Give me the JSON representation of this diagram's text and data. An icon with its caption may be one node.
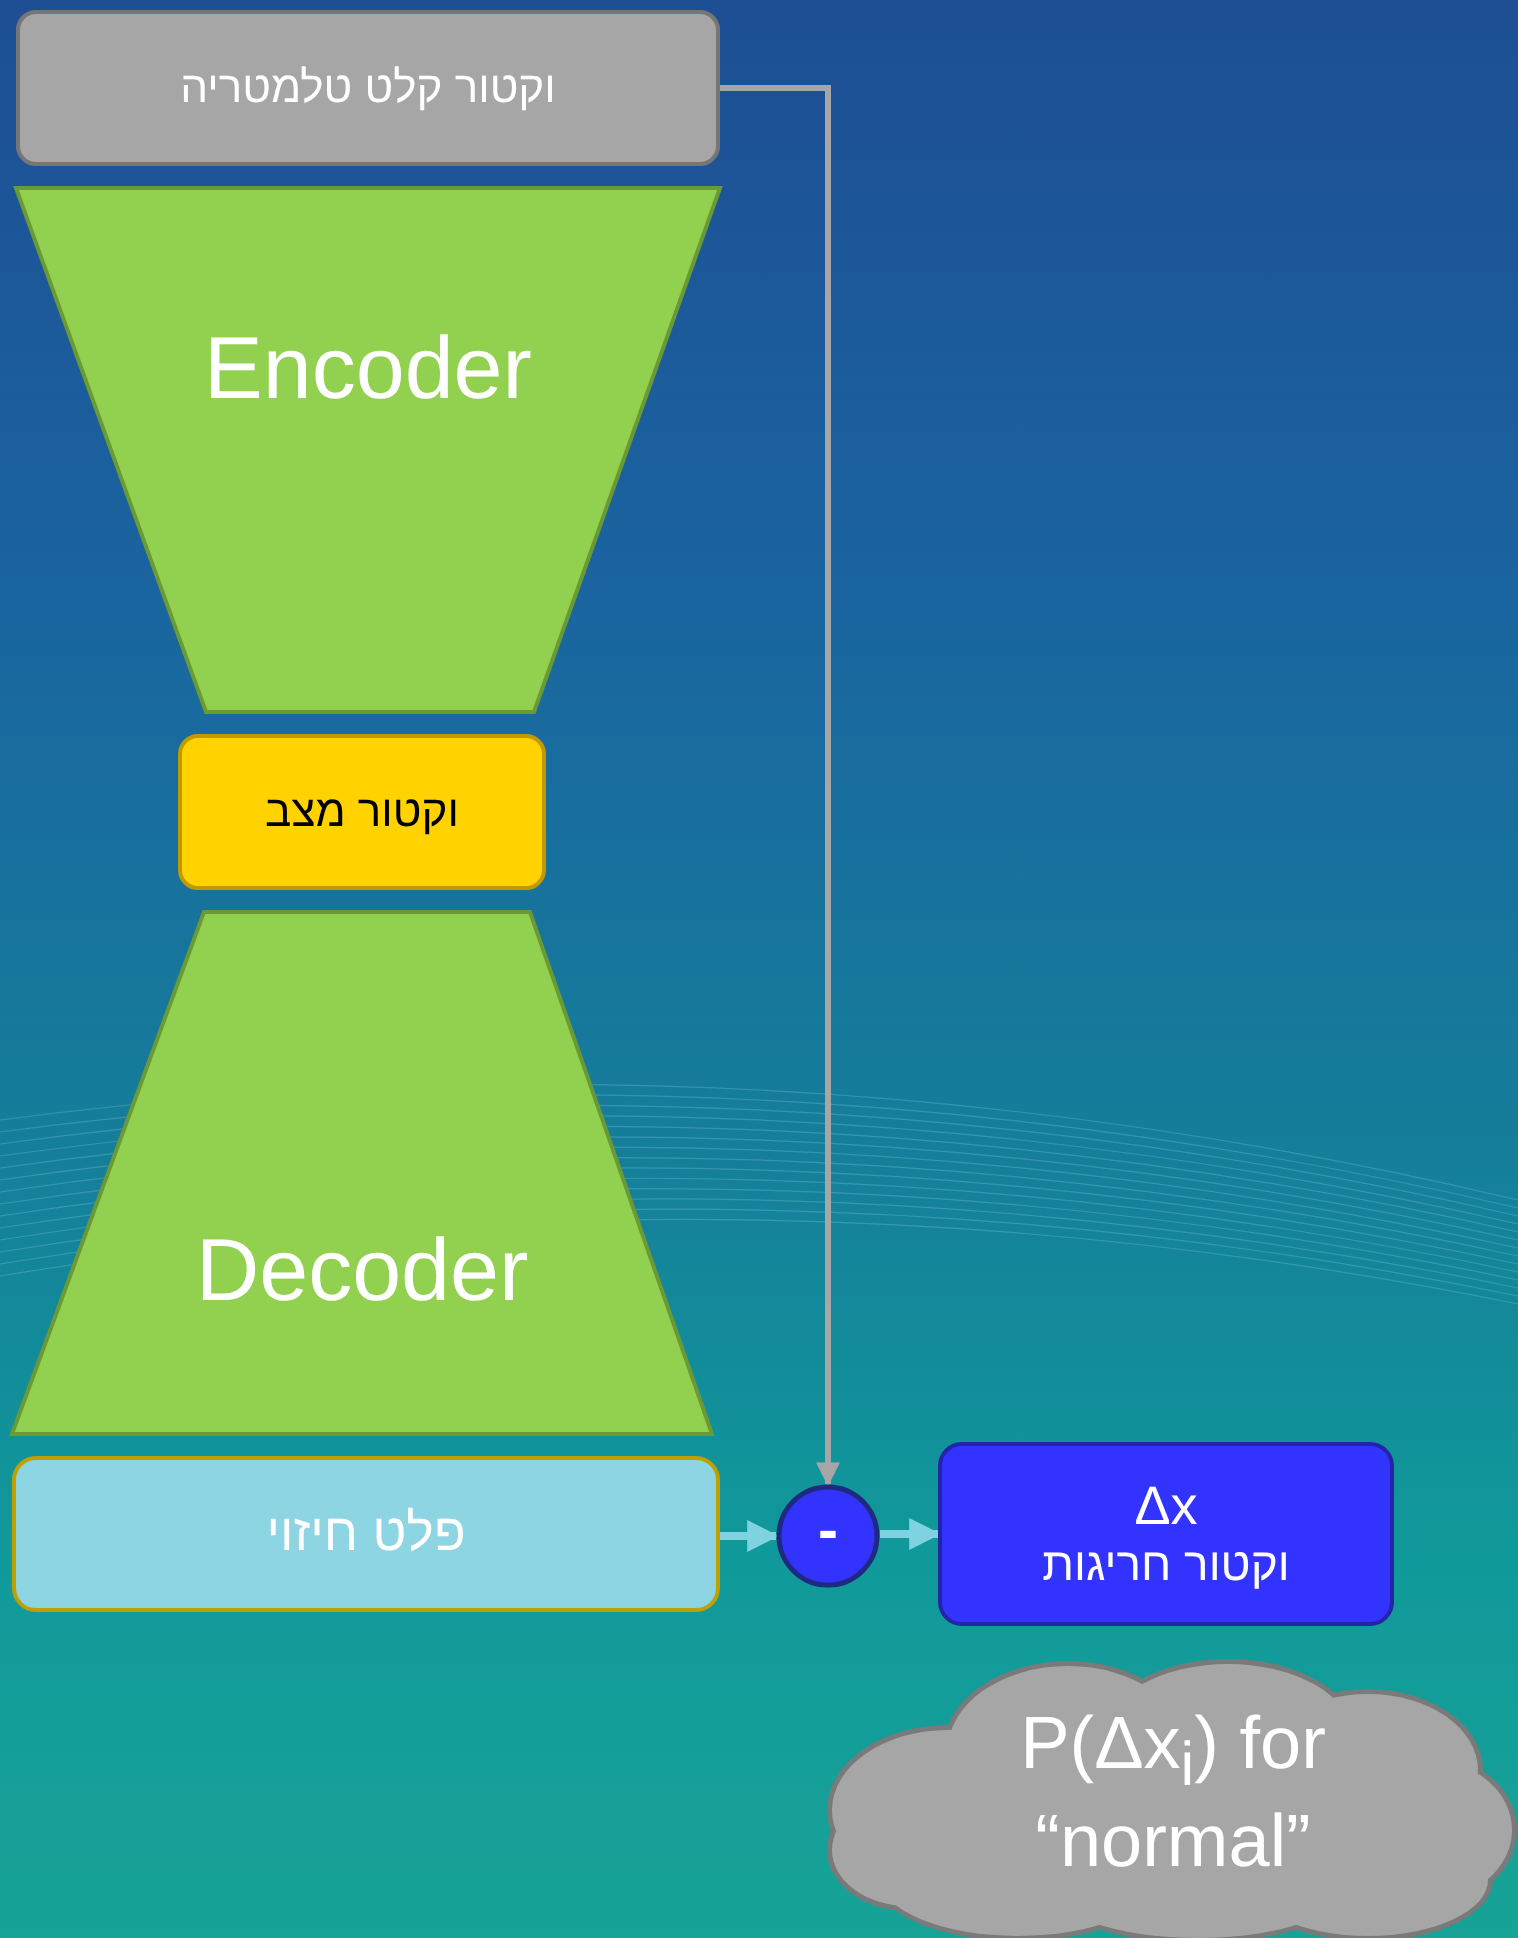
{
  "diagram": {
    "nodes": [
      {
        "text": [
          "וקטור קלט טלמטריה"
        ]
      },
      {
        "text": [
          "Encoder"
        ]
      },
      {
        "text": [
          "וקטור מצב"
        ]
      },
      {
        "text": [
          "Decoder"
        ]
      },
      {
        "text": [
          "פלט חיזוי"
        ]
      },
      {
        "text": [
          "-"
        ]
      },
      {
        "text": [
          "Δx",
          "וקטור חריגות"
        ]
      },
      {
        "text": [
          "P(Δx$_{i}$) for “normal”"
        ]
      }
    ],
    "edges": [
      {
        "from": 0,
        "to": 5,
        "arrow": "to",
        "color": "#a6a6a6"
      },
      {
        "from": 4,
        "to": 5,
        "arrow": "to"
      },
      {
        "from": 5,
        "to": 6,
        "arrow": "to"
      }
    ]
  }
}
